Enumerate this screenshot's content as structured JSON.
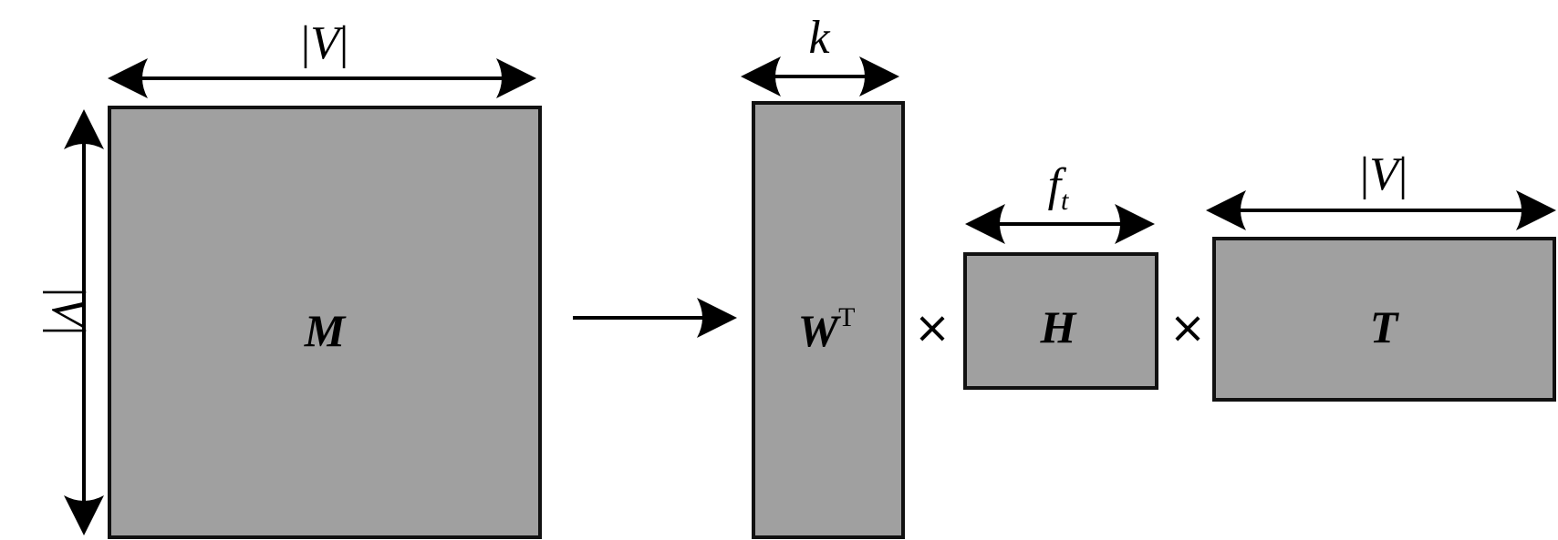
{
  "matrices": {
    "m": {
      "label": "M"
    },
    "w": {
      "label": "W",
      "superscript": "T"
    },
    "h": {
      "label": "H"
    },
    "t": {
      "label": "T"
    }
  },
  "dimensions": {
    "m_width": {
      "bar_left": "|",
      "symbol": "V",
      "bar_right": "|"
    },
    "m_height": {
      "bar_left": "|",
      "symbol": "V",
      "bar_right": "|"
    },
    "w_width": {
      "symbol": "k"
    },
    "h_width": {
      "symbol": "f",
      "subscript": "t"
    },
    "t_width": {
      "bar_left": "|",
      "symbol": "V",
      "bar_right": "|"
    }
  },
  "operators": {
    "times_1": "×",
    "times_2": "×"
  },
  "colors": {
    "matrix_fill": "#a0a0a0",
    "matrix_stroke": "#111111",
    "line": "#000000",
    "background": "#ffffff"
  }
}
